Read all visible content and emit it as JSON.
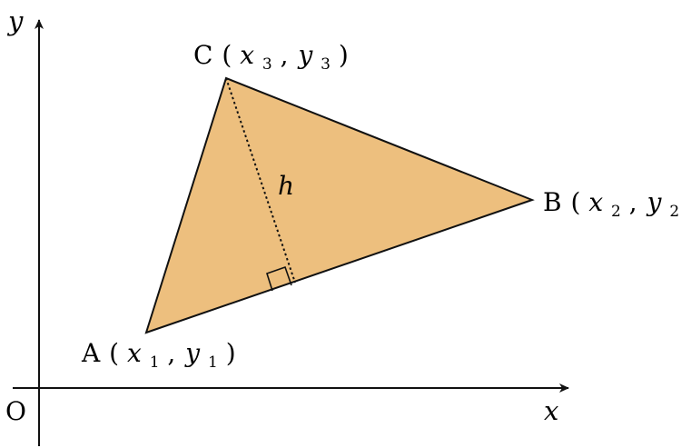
{
  "axes": {
    "x_label": "x",
    "y_label": "y",
    "origin_label": "O"
  },
  "triangle": {
    "fill_color": "#EDBF7E",
    "stroke_color": "#111111",
    "height_label": "h",
    "vertices": {
      "A": {
        "name": "A",
        "x_var": "x",
        "x_sub": "1",
        "y_var": "y",
        "y_sub": "1"
      },
      "B": {
        "name": "B",
        "x_var": "x",
        "x_sub": "2",
        "y_var": "y",
        "y_sub": "2"
      },
      "C": {
        "name": "C",
        "x_var": "x",
        "x_sub": "3",
        "y_var": "y",
        "y_sub": "3"
      }
    },
    "punct": {
      "open": "(",
      "comma": ",",
      "close": ")"
    }
  }
}
